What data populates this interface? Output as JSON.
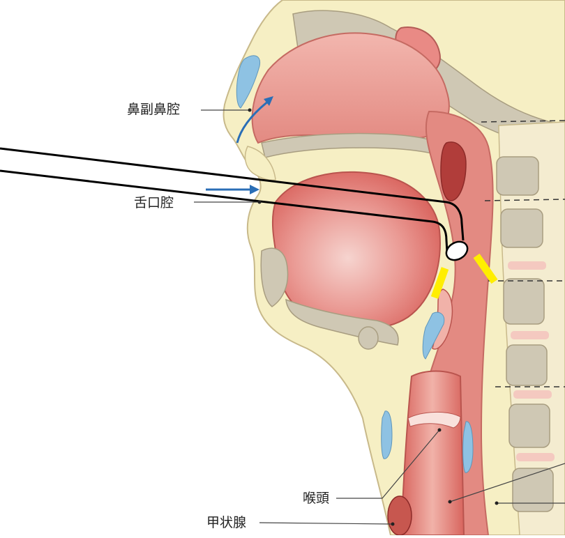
{
  "labels": {
    "nasal_cavity": "鼻副鼻腔",
    "oral_cavity": "舌口腔",
    "larynx": "喉頭",
    "thyroid": "甲状腺"
  },
  "colors": {
    "tissue_pink": "#e9a39b",
    "tissue_dark": "#d8665f",
    "muscle_red": "#e07b73",
    "skin_yellow": "#f6efc4",
    "bone_gray": "#cfc8b4",
    "airway_pink": "#f4c9c0",
    "vessel_blue": "#8ec2e3",
    "arrow_blue": "#2a6eb6",
    "marker_yellow": "#ffee00",
    "tube_black": "#000000"
  }
}
